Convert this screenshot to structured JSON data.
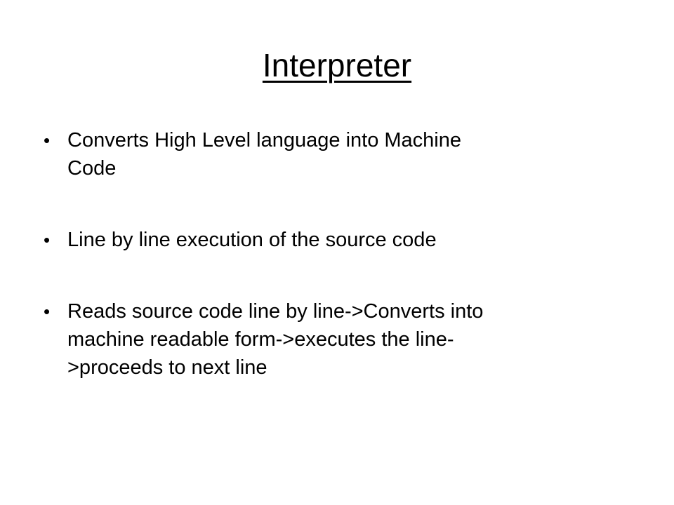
{
  "slide": {
    "title": "Interpreter",
    "bullets": [
      {
        "lines": [
          "Converts High Level language into Machine",
          "Code"
        ]
      },
      {
        "lines": [
          "Line by line execution of the source code"
        ]
      },
      {
        "lines": [
          "Reads source code line by line->Converts into",
          "machine readable form->executes the line-",
          ">proceeds to next line"
        ]
      }
    ],
    "bullet_glyph": "•"
  }
}
